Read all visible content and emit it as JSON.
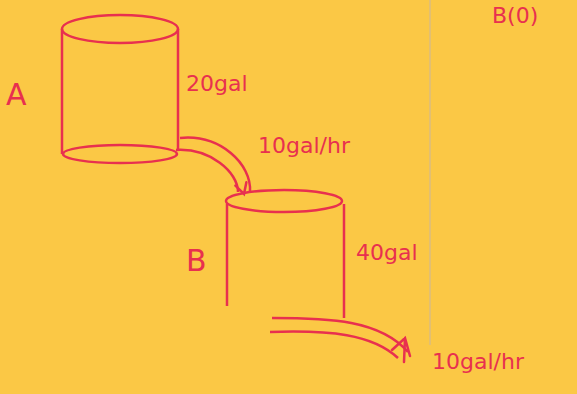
{
  "diagram": {
    "nodes": [
      {
        "text": [
          "A",
          "20gal"
        ]
      },
      {
        "text": [
          "B",
          "40gal"
        ]
      }
    ],
    "edges": [
      {
        "from": 0,
        "to": 1,
        "label": "10gal/hr",
        "arrow": "to"
      }
    ],
    "labels": [
      "10gal/hr",
      "B(0)"
    ]
  }
}
